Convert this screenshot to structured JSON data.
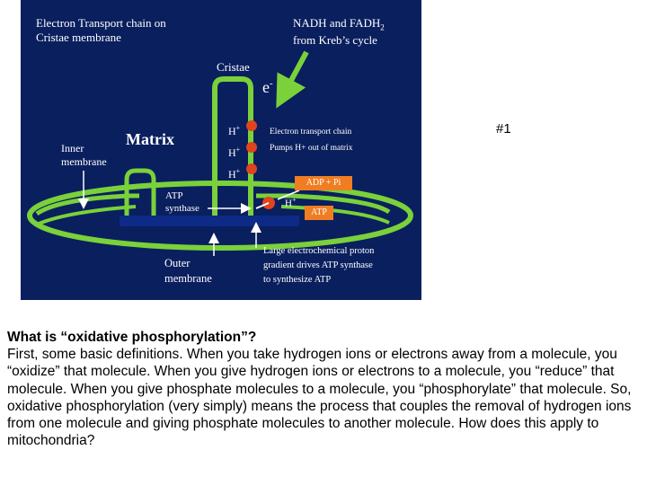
{
  "diagram": {
    "title_left_line1": "Electron Transport chain on",
    "title_left_line2": "Cristae membrane",
    "title_right_line1": "NADH and FADH",
    "title_right_sub": "2",
    "title_right_line2": "from Kreb’s cycle",
    "cristae_label": "Cristae",
    "electron_label": "e",
    "electron_sup": "-",
    "matrix_label": "Matrix",
    "inner_membrane_line1": "Inner",
    "inner_membrane_line2": "membrane",
    "h_plus": "H",
    "plus": "+",
    "etc_line1": "Electron transport chain",
    "etc_line2": "Pumps H+ out of matrix",
    "adp_label": "ADP + Pi",
    "atp_label": "ATP",
    "atp_synthase_line1": "ATP",
    "atp_synthase_line2": "synthase",
    "outer_membrane_line1": "Outer",
    "outer_membrane_line2": "membrane",
    "gradient_line1": "Large electrochemical proton",
    "gradient_line2": "gradient drives ATP synthase",
    "gradient_line3": "to synthesize ATP",
    "colors": {
      "background": "#0a1f5e",
      "membrane": "#7ad13a",
      "protein": "#e0441f",
      "box": "#f07d22",
      "text": "#ffffff"
    }
  },
  "slide_number": "#1",
  "text": {
    "heading": "What is “oxidative phosphorylation”?",
    "body": "First, some basic definitions.  When you take hydrogen ions or electrons away from a molecule, you “oxidize” that molecule.  When you give hydrogen ions or electrons to a molecule, you “reduce” that molecule.   When you give phosphate molecules to a molecule, you “phosphorylate” that molecule.   So, oxidative phosphorylation (very simply) means the process that couples the removal of hydrogen ions from one molecule and giving phosphate molecules to another molecule.   How does this apply to mitochondria?"
  }
}
